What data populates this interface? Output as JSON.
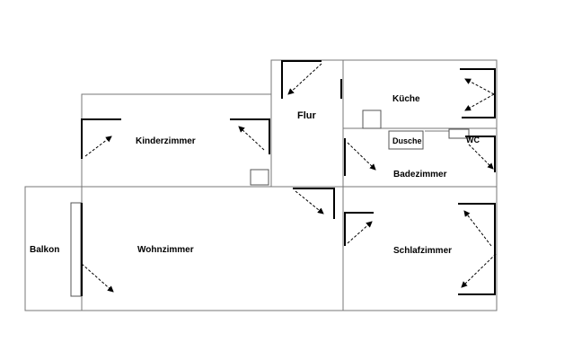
{
  "rooms": {
    "kinderzimmer": "Kinderzimmer",
    "flur": "Flur",
    "kueche": "Küche",
    "dusche": "Dusche",
    "wc": "WC",
    "badezimmer": "Badezimmer",
    "balkon": "Balkon",
    "wohnzimmer": "Wohnzimmer",
    "schlafzimmer": "Schlafzimmer"
  },
  "colors": {
    "walls": "#777777",
    "doors": "#000000",
    "background": "#ffffff"
  }
}
